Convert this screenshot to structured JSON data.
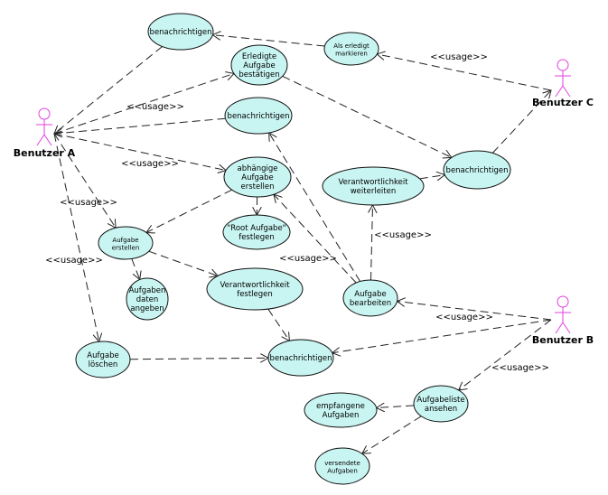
{
  "actors": [
    {
      "id": "A",
      "label": "Benutzer A"
    },
    {
      "id": "B",
      "label": "Benutzer B"
    },
    {
      "id": "C",
      "label": "Benutzer C"
    }
  ],
  "use_cases": [
    {
      "id": "notify_top",
      "lines": [
        "benachrichtigen"
      ]
    },
    {
      "id": "mark_done",
      "lines": [
        "Als erledigt",
        "markieren"
      ],
      "small": true
    },
    {
      "id": "confirm",
      "lines": [
        "Erledigte",
        "Aufgabe",
        "bestätigen"
      ]
    },
    {
      "id": "notify_mid",
      "lines": [
        "benachrichtigen"
      ]
    },
    {
      "id": "notify_c",
      "lines": [
        "benachrichtigen"
      ]
    },
    {
      "id": "dependent",
      "lines": [
        "abhängige",
        "Aufgabe",
        "erstellen"
      ]
    },
    {
      "id": "forward",
      "lines": [
        "Verantwortlichkeit",
        "weiterleiten"
      ]
    },
    {
      "id": "create",
      "lines": [
        "Aufgabe",
        "erstellen"
      ],
      "small": true
    },
    {
      "id": "root",
      "lines": [
        "\"Root Aufgabe\"",
        "festlegen"
      ]
    },
    {
      "id": "responsibility",
      "lines": [
        "Verantwortlichkeit",
        "festlegen"
      ]
    },
    {
      "id": "edit",
      "lines": [
        "Aufgabe",
        "bearbeiten"
      ]
    },
    {
      "id": "dates",
      "lines": [
        "Aufgaben",
        "daten",
        "angeben"
      ]
    },
    {
      "id": "delete",
      "lines": [
        "Aufgabe",
        "löschen"
      ]
    },
    {
      "id": "notify_bottom",
      "lines": [
        "benachrichtigen"
      ]
    },
    {
      "id": "received",
      "lines": [
        "empfangene",
        "Aufgaben"
      ]
    },
    {
      "id": "list",
      "lines": [
        "Aufgabeliste",
        "ansehen"
      ]
    },
    {
      "id": "sent",
      "lines": [
        "versendete",
        "Aufgaben"
      ],
      "small": true
    }
  ],
  "stereotype": "<<usage>>",
  "edges": [
    {
      "from": "notify_top",
      "to": "A"
    },
    {
      "from": "mark_done",
      "to": "notify_top"
    },
    {
      "from": "C",
      "to": "mark_done",
      "label": true
    },
    {
      "from": "A",
      "to": "confirm",
      "label": true
    },
    {
      "from": "confirm",
      "to": "notify_c"
    },
    {
      "from": "notify_c",
      "to": "C"
    },
    {
      "from": "notify_mid",
      "to": "A"
    },
    {
      "from": "A",
      "to": "dependent",
      "label": true
    },
    {
      "from": "A",
      "to": "create",
      "label": true
    },
    {
      "from": "A",
      "to": "delete",
      "label": true
    },
    {
      "from": "dependent",
      "to": "create"
    },
    {
      "from": "dependent",
      "to": "root"
    },
    {
      "from": "create",
      "to": "dates"
    },
    {
      "from": "create",
      "to": "responsibility"
    },
    {
      "from": "responsibility",
      "to": "notify_bottom"
    },
    {
      "from": "delete",
      "to": "notify_bottom"
    },
    {
      "from": "edit",
      "to": "dependent",
      "label": true
    },
    {
      "from": "edit",
      "to": "notify_mid"
    },
    {
      "from": "edit",
      "to": "forward",
      "label": true
    },
    {
      "from": "forward",
      "to": "notify_c"
    },
    {
      "from": "B",
      "to": "edit",
      "label": true
    },
    {
      "from": "B",
      "to": "notify_bottom"
    },
    {
      "from": "B",
      "to": "list",
      "label": true
    },
    {
      "from": "list",
      "to": "received"
    },
    {
      "from": "list",
      "to": "sent"
    }
  ]
}
